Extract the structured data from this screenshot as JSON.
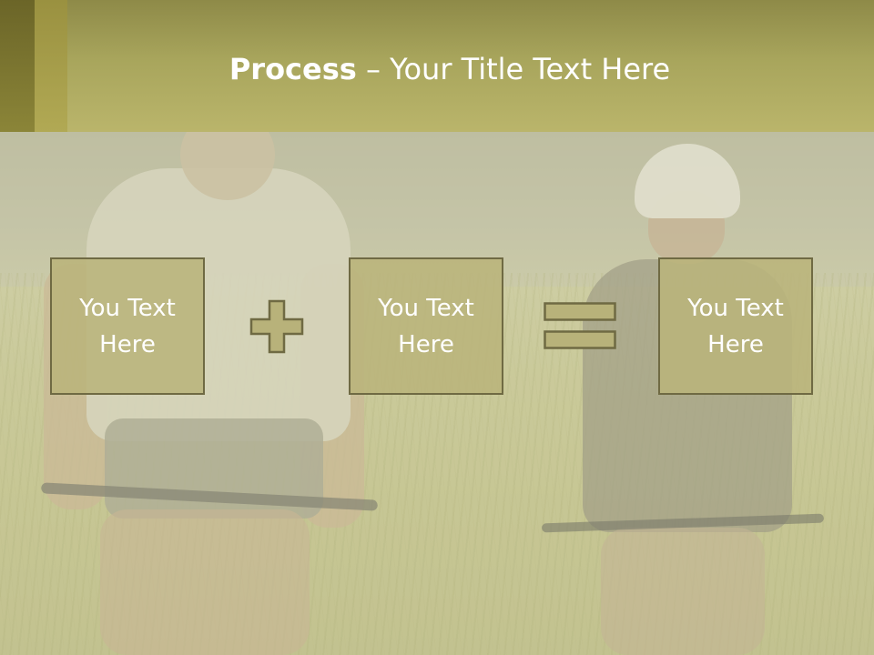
{
  "slide": {
    "title_bold": "Process",
    "title_rest": " – Your Title Text Here"
  },
  "process": {
    "boxes": [
      {
        "line1": "You Text",
        "line2": "Here"
      },
      {
        "line1": "You Text",
        "line2": "Here"
      },
      {
        "line1": "You Text",
        "line2": "Here"
      }
    ],
    "operators": [
      "plus-icon",
      "equals-icon"
    ]
  },
  "colors": {
    "header": "#bab56b",
    "header_dark_strip": "#7a7433",
    "box_fill": "#bab47b",
    "box_border": "#6f6a43",
    "operator_fill": "#b8b27a",
    "text": "#ffffff"
  },
  "background_image": "cyclists-in-field-photo"
}
